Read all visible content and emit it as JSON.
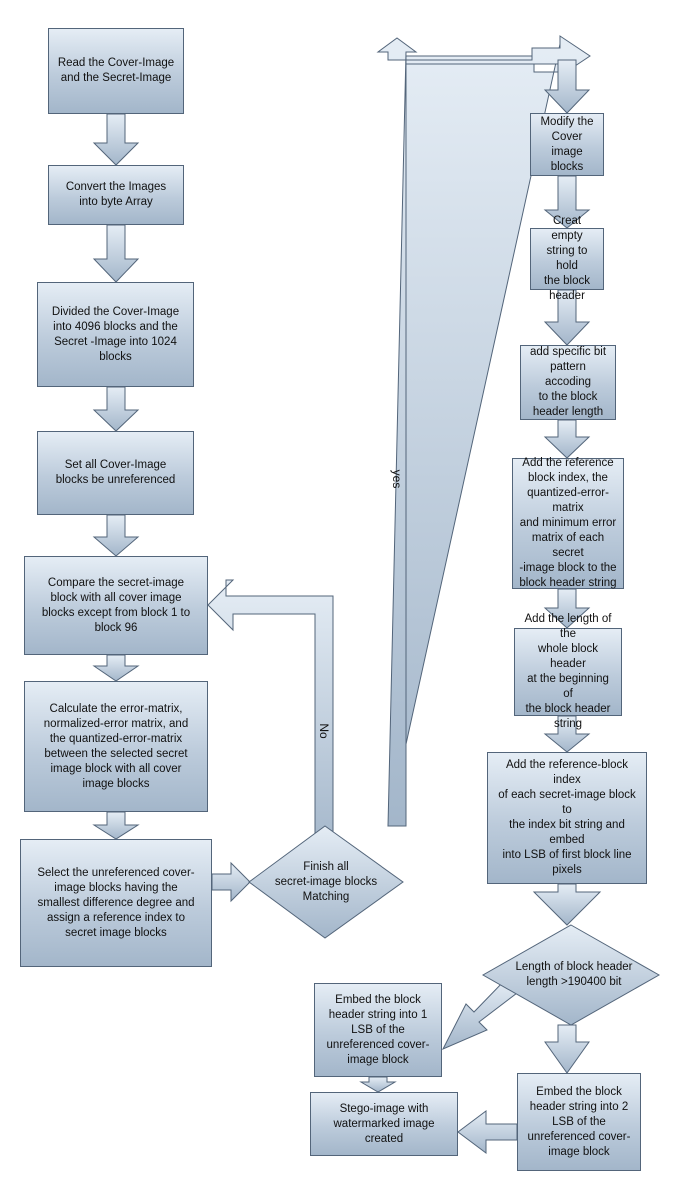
{
  "colors": {
    "fill_top": "#e5edf5",
    "fill_bottom": "#a3b6ca",
    "stroke": "#53657a"
  },
  "left_column": {
    "step1": "Read the Cover-Image\nand the Secret-Image",
    "step2": "Convert the Images\ninto byte Array",
    "step3": "Divided the Cover-Image\ninto 4096 blocks and the\nSecret -Image into 1024\nblocks",
    "step4": "Set all Cover-Image\nblocks be unreferenced",
    "step5": "Compare the secret-image\nblock with all cover image\nblocks except from block 1 to\nblock 96",
    "step6": "Calculate the error-matrix,\nnormalized-error matrix, and\nthe quantized-error-matrix\nbetween the selected secret\nimage block with all cover\nimage blocks",
    "step7": "Select the unreferenced cover-\nimage blocks having the\nsmallest difference degree and\nassign a reference index to\nsecret image blocks"
  },
  "decision_finish": "Finish all\nsecret-image blocks\nMatching",
  "label_no": "No",
  "label_yes": "yes",
  "right_column": {
    "step1": "Modify the\nCover image\nblocks",
    "step2": "Creat empty\nstring to hold\nthe block\nheader",
    "step3": "add specific  bit\npattern accoding\nto the block\nheader length",
    "step4": "Add the reference\nblock index, the\nquantized-error-matrix\nand minimum error\nmatrix of each secret\n-image block to the\nblock header string",
    "step5": "Add the length of the\nwhole block header\nat the beginning of\nthe block header\nstring",
    "step6": "Add the reference-block index\nof each secret-image block to\nthe index bit string and embed\ninto LSB of first block line\npixels"
  },
  "decision_length": "Length of block header\nlength >190400 bit",
  "embed_1lsb": "Embed the block\nheader string into 1\nLSB of the\nunreferenced cover-\nimage block",
  "embed_2lsb": "Embed the block\nheader string into 2\nLSB of the\nunreferenced cover-\nimage block",
  "stego_output": "Stego-image with\nwatermarked image\ncreated"
}
